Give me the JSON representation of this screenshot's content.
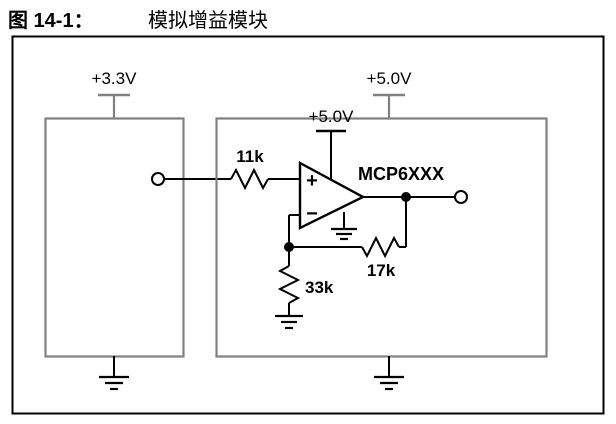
{
  "figure": {
    "label": "图 14-1：",
    "title": "模拟增益模块"
  },
  "circuit": {
    "supplies": [
      {
        "name": "left-block-supply",
        "label": "+3.3V"
      },
      {
        "name": "right-block-supply",
        "label": "+5.0V"
      },
      {
        "name": "opamp-supply",
        "label": "+5.0V"
      }
    ],
    "components": [
      {
        "name": "series-input-resistor",
        "label": "11k"
      },
      {
        "name": "pulldown-resistor",
        "label": "33k"
      },
      {
        "name": "feedback-resistor",
        "label": "17k"
      },
      {
        "name": "opamp",
        "label": "MCP6XXX"
      }
    ],
    "opamp_pins": {
      "noninverting": "+",
      "inverting": "−"
    },
    "colors": {
      "outer_frame": "#000000",
      "block_outline": "#808080",
      "wire": "#000000",
      "background": "#ffffff"
    }
  }
}
